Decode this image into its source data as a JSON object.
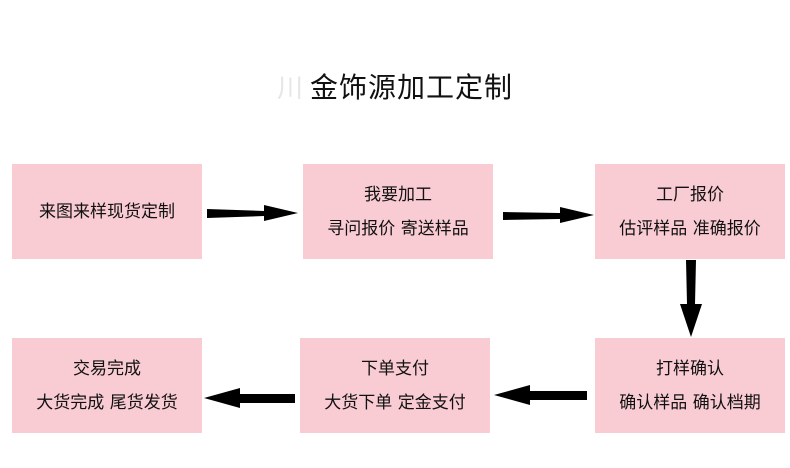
{
  "title": {
    "faint_mark": "川",
    "text": "金饰源加工定制"
  },
  "steps": [
    {
      "label": "来图来样现货定制",
      "detail": ""
    },
    {
      "label": "我要加工",
      "detail": "寻问报价  寄送样品"
    },
    {
      "label": "工厂报价",
      "detail": "估评样品  准确报价"
    },
    {
      "label": "打样确认",
      "detail": "确认样品  确认档期"
    },
    {
      "label": "下单支付",
      "detail": "大货下单  定金支付"
    },
    {
      "label": "交易完成",
      "detail": "大货完成  尾货发货"
    }
  ],
  "colors": {
    "box_fill": "#f9cbd3",
    "arrow": "#000000",
    "text": "#111111"
  }
}
